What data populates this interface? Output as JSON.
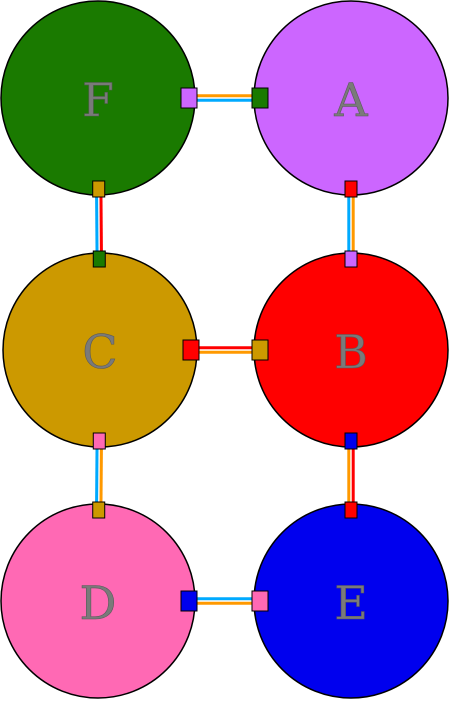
{
  "nodes": [
    {
      "id": "F",
      "label": "F",
      "color": "#1a7a00"
    },
    {
      "id": "A",
      "label": "A",
      "color": "#cc66ff"
    },
    {
      "id": "C",
      "label": "C",
      "color": "#cc9900"
    },
    {
      "id": "B",
      "label": "B",
      "color": "#ff0000"
    },
    {
      "id": "D",
      "label": "D",
      "color": "#ff69b4"
    },
    {
      "id": "E",
      "label": "E",
      "color": "#0000ee"
    }
  ],
  "links": [
    {
      "from": "F",
      "to": "A",
      "colors": [
        "#ff9900",
        "#00aaff"
      ]
    },
    {
      "from": "F",
      "to": "C",
      "colors": [
        "#ff0000",
        "#00aaff"
      ]
    },
    {
      "from": "A",
      "to": "B",
      "colors": [
        "#ff9900",
        "#00aaff"
      ]
    },
    {
      "from": "C",
      "to": "B",
      "colors": [
        "#ff0000",
        "#ff9900"
      ]
    },
    {
      "from": "C",
      "to": "D",
      "colors": [
        "#ff9900",
        "#00aaff"
      ]
    },
    {
      "from": "B",
      "to": "E",
      "colors": [
        "#ff0000",
        "#ff9900"
      ]
    },
    {
      "from": "D",
      "to": "E",
      "colors": [
        "#00aaff",
        "#ff9900"
      ]
    }
  ]
}
